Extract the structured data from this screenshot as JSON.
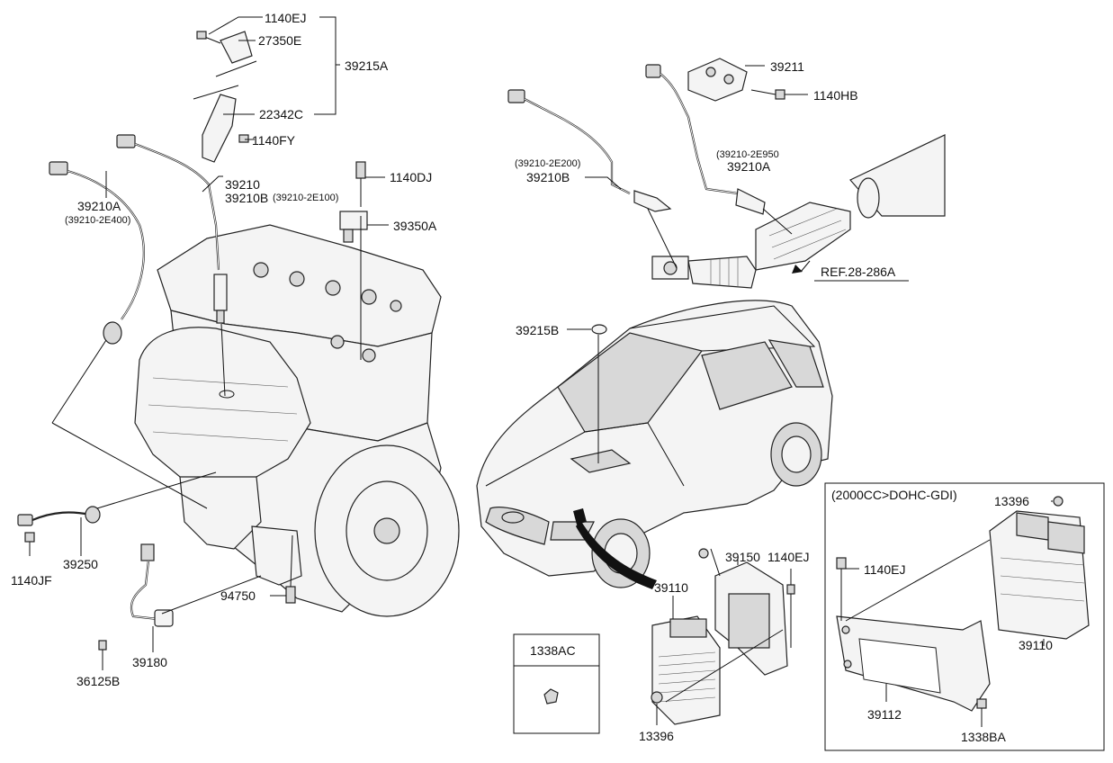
{
  "labels": {
    "p1140EJ_top": "1140EJ",
    "p27350E": "27350E",
    "p39215A": "39215A",
    "p22342C": "22342C",
    "p1140FY": "1140FY",
    "p39210": "39210",
    "p39210B_left": "39210B",
    "p39210B_left_code": "(39210-2E100)",
    "p1140DJ": "1140DJ",
    "p39350A": "39350A",
    "p39210A_left": "39210A",
    "p39210A_left_code": "(39210-2E400)",
    "p39250": "39250",
    "p1140JF": "1140JF",
    "p94750": "94750",
    "p39180": "39180",
    "p36125B": "36125B",
    "p39211": "39211",
    "p1140HB": "1140HB",
    "p39210A_right_code": "(39210-2E950",
    "p39210A_right": "39210A",
    "p39210B_right_code": "(39210-2E200)",
    "p39210B_right": "39210B",
    "ref": "REF.28-286A",
    "p39215B": "39215B",
    "p39150": "39150",
    "p1140EJ_mid": "1140EJ",
    "p39110_mid": "39110",
    "p13396_bottom": "13396",
    "p1338AC": "1338AC",
    "inset_title": "(2000CC>DOHC-GDI)",
    "p13396_inset": "13396",
    "p1140EJ_inset": "1140EJ",
    "p39110_inset": "39110",
    "p39112": "39112",
    "p1338BA": "1338BA"
  }
}
